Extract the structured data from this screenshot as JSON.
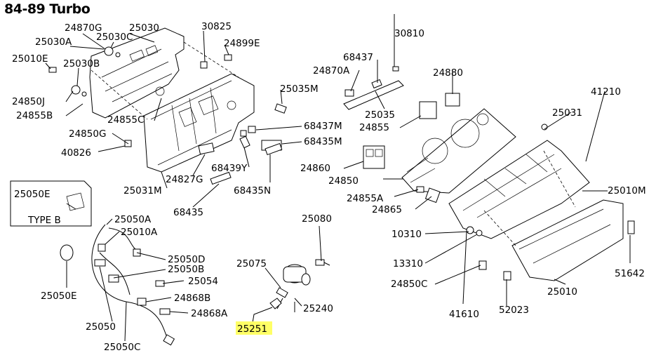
{
  "title": "84-89 Turbo",
  "inset": {
    "type_label": "TYPE B",
    "part": "25050E"
  },
  "highlight": {
    "part": "25251",
    "color": "#ffff66"
  },
  "labels": [
    {
      "id": "l1",
      "text": "24870G"
    },
    {
      "id": "l2",
      "text": "25030"
    },
    {
      "id": "l3",
      "text": "25030C"
    },
    {
      "id": "l4",
      "text": "25030A"
    },
    {
      "id": "l5",
      "text": "25010E"
    },
    {
      "id": "l6",
      "text": "25030B"
    },
    {
      "id": "l7",
      "text": "24850J"
    },
    {
      "id": "l8",
      "text": "24855B"
    },
    {
      "id": "l9",
      "text": "24855C"
    },
    {
      "id": "l10",
      "text": "24850G"
    },
    {
      "id": "l11",
      "text": "40826"
    },
    {
      "id": "l12",
      "text": "30825"
    },
    {
      "id": "l13",
      "text": "24899E"
    },
    {
      "id": "l14",
      "text": "25035M"
    },
    {
      "id": "l15",
      "text": "24827G"
    },
    {
      "id": "l16",
      "text": "25031M"
    },
    {
      "id": "l17",
      "text": "68439Y"
    },
    {
      "id": "l18",
      "text": "68435N"
    },
    {
      "id": "l19",
      "text": "68435"
    },
    {
      "id": "l20",
      "text": "68437M"
    },
    {
      "id": "l21",
      "text": "68435M"
    },
    {
      "id": "l22",
      "text": "30810"
    },
    {
      "id": "l23",
      "text": "68437"
    },
    {
      "id": "l24",
      "text": "24870A"
    },
    {
      "id": "l25",
      "text": "24880"
    },
    {
      "id": "l26",
      "text": "25035"
    },
    {
      "id": "l27",
      "text": "24855"
    },
    {
      "id": "l28",
      "text": "41210"
    },
    {
      "id": "l29",
      "text": "25031"
    },
    {
      "id": "l30",
      "text": "24860"
    },
    {
      "id": "l31",
      "text": "24850"
    },
    {
      "id": "l32",
      "text": "24855A"
    },
    {
      "id": "l33",
      "text": "24865"
    },
    {
      "id": "l34",
      "text": "25010M"
    },
    {
      "id": "l35",
      "text": "10310"
    },
    {
      "id": "l36",
      "text": "13310"
    },
    {
      "id": "l37",
      "text": "24850C"
    },
    {
      "id": "l38",
      "text": "41610"
    },
    {
      "id": "l39",
      "text": "52023"
    },
    {
      "id": "l40",
      "text": "25010"
    },
    {
      "id": "l41",
      "text": "51642"
    },
    {
      "id": "l42",
      "text": "25080"
    },
    {
      "id": "l43",
      "text": "25075"
    },
    {
      "id": "l44",
      "text": "25240"
    },
    {
      "id": "l45",
      "text": "25251"
    },
    {
      "id": "l46",
      "text": "25050A"
    },
    {
      "id": "l47",
      "text": "25010A"
    },
    {
      "id": "l48",
      "text": "25050D"
    },
    {
      "id": "l49",
      "text": "25050B"
    },
    {
      "id": "l50",
      "text": "25054"
    },
    {
      "id": "l51",
      "text": "24868B"
    },
    {
      "id": "l52",
      "text": "24868A"
    },
    {
      "id": "l53",
      "text": "25050E"
    },
    {
      "id": "l54",
      "text": "25050"
    },
    {
      "id": "l55",
      "text": "25050C"
    }
  ]
}
